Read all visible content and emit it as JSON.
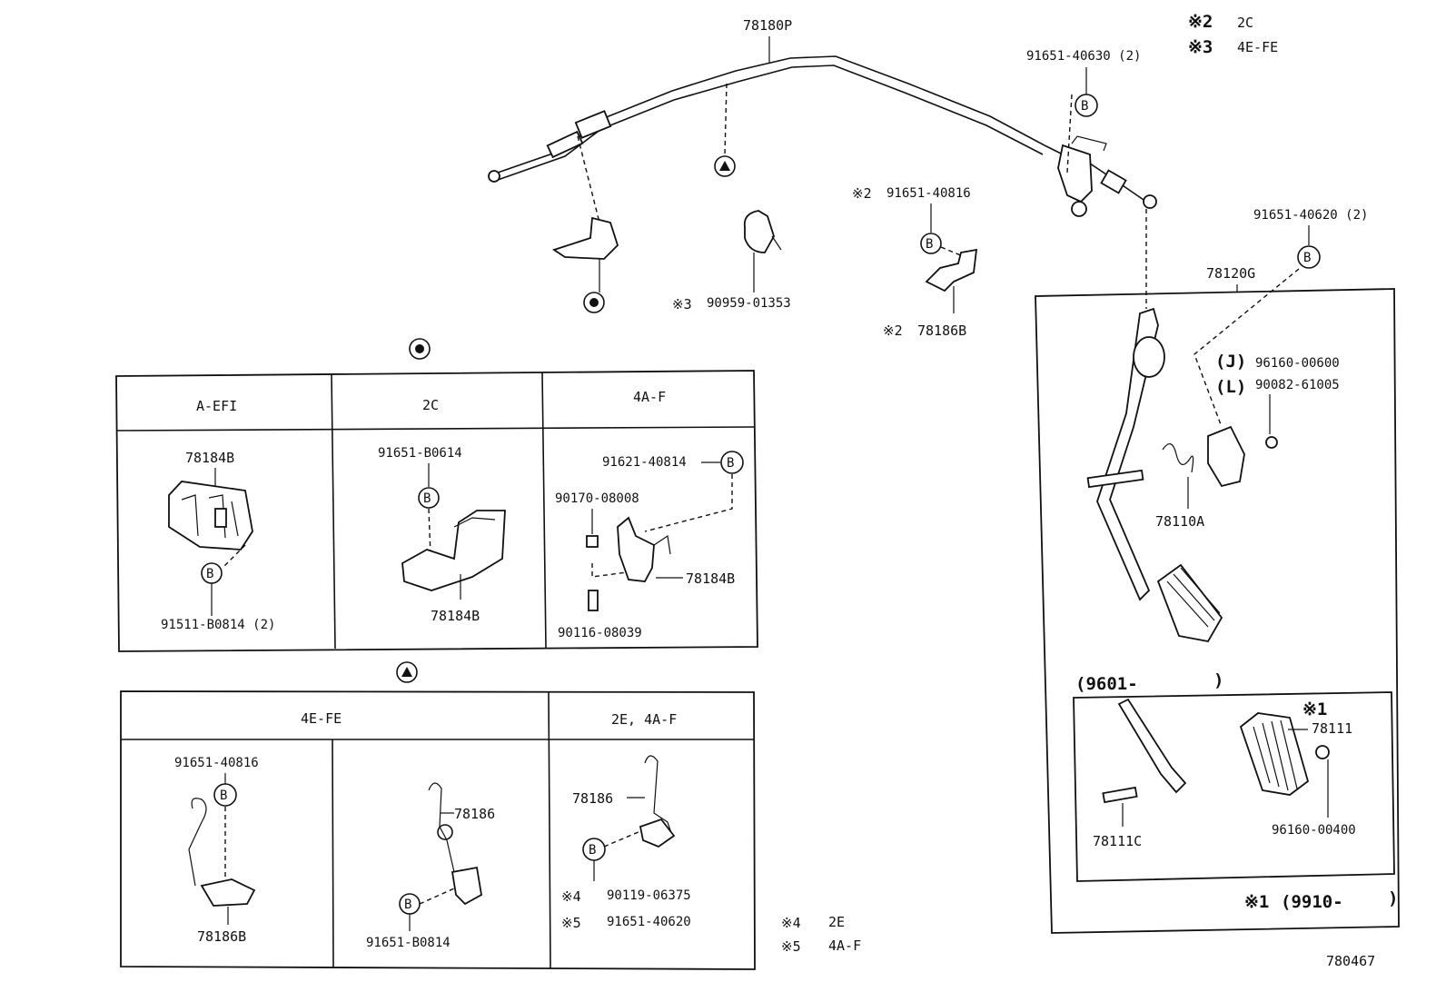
{
  "top": {
    "cable": "78180P",
    "bolt_930": "91651-40630 (2)",
    "note2_mark": "※2",
    "note2_text": "2C",
    "note3_mark": "※3",
    "note3_text": "4E-FE",
    "bolt_816": "91651-40816",
    "bolt_816_mark": "※2",
    "clamp": "90959-01353",
    "clamp_mark": "※3",
    "bracket_186b": "78186B",
    "bracket_186b_mark": "※2",
    "bolt_620": "91651-40620 (2)",
    "pedal_assy": "78120G",
    "j_mark": "(J)",
    "j_part": "96160-00600",
    "l_mark": "(L)",
    "l_part": "90082-61005",
    "spring": "78110A",
    "range_9601": "(9601-",
    "range_9601_close": ")",
    "pad_mark": "※1",
    "pad": "78111",
    "pin": "78111C",
    "clip": "96160-00400",
    "range_9910_mark": "※1",
    "range_9910": "(9910-",
    "range_9910_close": ")",
    "figure_no": "780467"
  },
  "table_circle": {
    "headers": [
      "A-EFI",
      "2C",
      "4A-F"
    ],
    "efi": {
      "bracket": "78184B",
      "bolt": "91511-B0814 (2)"
    },
    "c2": {
      "bolt": "91651-B0614",
      "bracket": "78184B"
    },
    "a4f": {
      "bolt": "91621-40814",
      "nut": "90170-08008",
      "bracket": "78184B",
      "screw": "90116-08039"
    }
  },
  "table_triangle": {
    "headers": [
      "4E-FE",
      "2E, 4A-F"
    ],
    "fe_left": {
      "bolt": "91651-40816",
      "bracket": "78186B"
    },
    "fe_right": {
      "bracket": "78186",
      "bolt": "91651-B0814"
    },
    "e2": {
      "bracket": "78186",
      "note4_mark": "※4",
      "note4_part": "90119-06375",
      "note5_mark": "※5",
      "note5_part": "91651-40620"
    }
  },
  "notes": {
    "n4_mark": "※4",
    "n4_text": "2E",
    "n5_mark": "※5",
    "n5_text": "4A-F"
  },
  "symbols": {
    "b": "B"
  }
}
